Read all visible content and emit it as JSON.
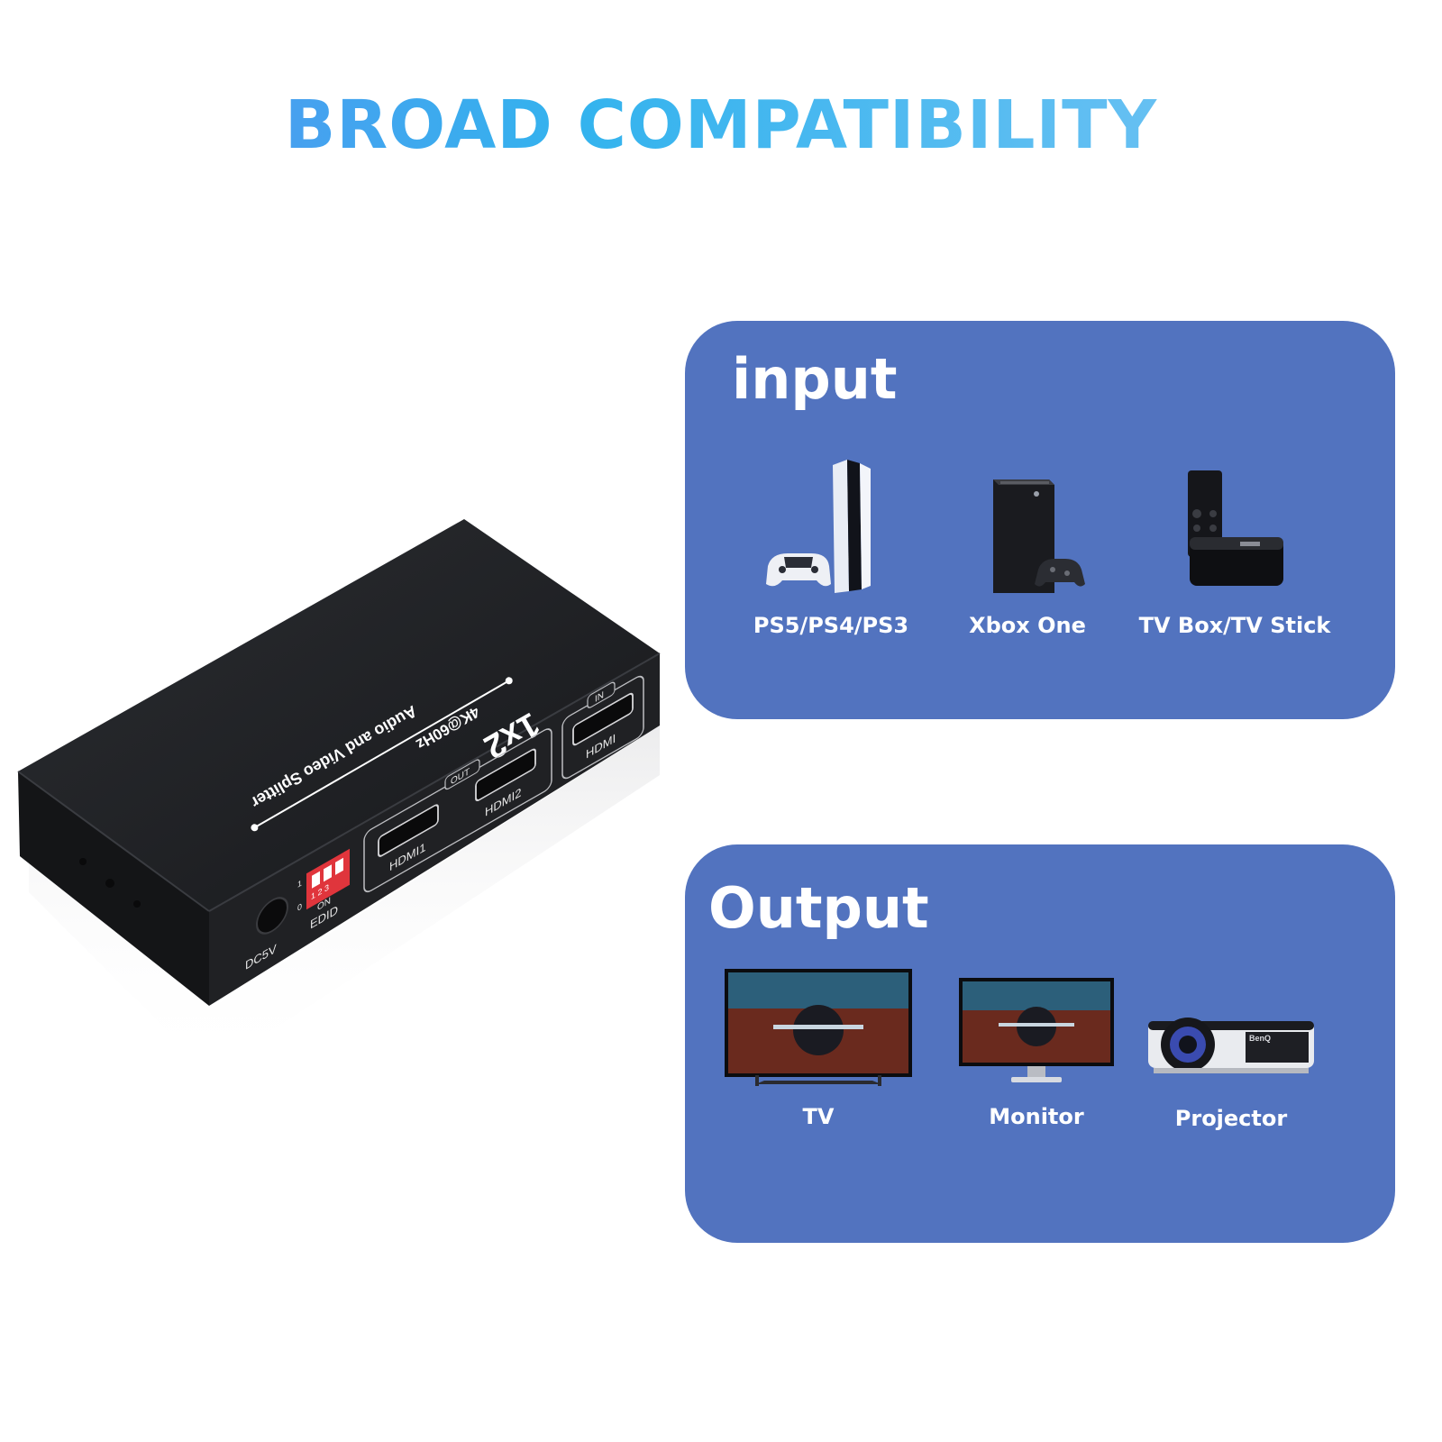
{
  "headline": "BROAD COMPATIBILITY",
  "device": {
    "model": "1x2",
    "spec": "4K@60Hz",
    "desc": "Audio and Video Splitter",
    "port_in_tag": "IN",
    "port_in": "HDMI",
    "port_out_tag": "OUT",
    "port_out_1": "HDMI1",
    "port_out_2": "HDMI2",
    "switch_label": "EDID",
    "switch_numbers": "1 2 3",
    "switch_on": "ON",
    "switch_pos_1": "1",
    "switch_pos_0": "0",
    "power_label": "DC5V"
  },
  "input": {
    "title": "input",
    "items": [
      {
        "label": "PS5/PS4/PS3",
        "icon": "game-console-icon"
      },
      {
        "label": "Xbox One",
        "icon": "xbox-console-icon"
      },
      {
        "label": "TV Box/TV Stick",
        "icon": "tv-box-icon"
      }
    ]
  },
  "output": {
    "title": "Output",
    "items": [
      {
        "label": "TV",
        "icon": "tv-icon"
      },
      {
        "label": "Monitor",
        "icon": "monitor-icon"
      },
      {
        "label": "Projector",
        "icon": "projector-icon",
        "brand": "BenQ"
      }
    ]
  },
  "colors": {
    "headline_start": "#5b8ef0",
    "headline_end": "#7fc6f4",
    "panel": "#5273bf",
    "panel_text": "#ffffff",
    "device_body": "#1e1f22",
    "edid_switch": "#e0353c"
  }
}
